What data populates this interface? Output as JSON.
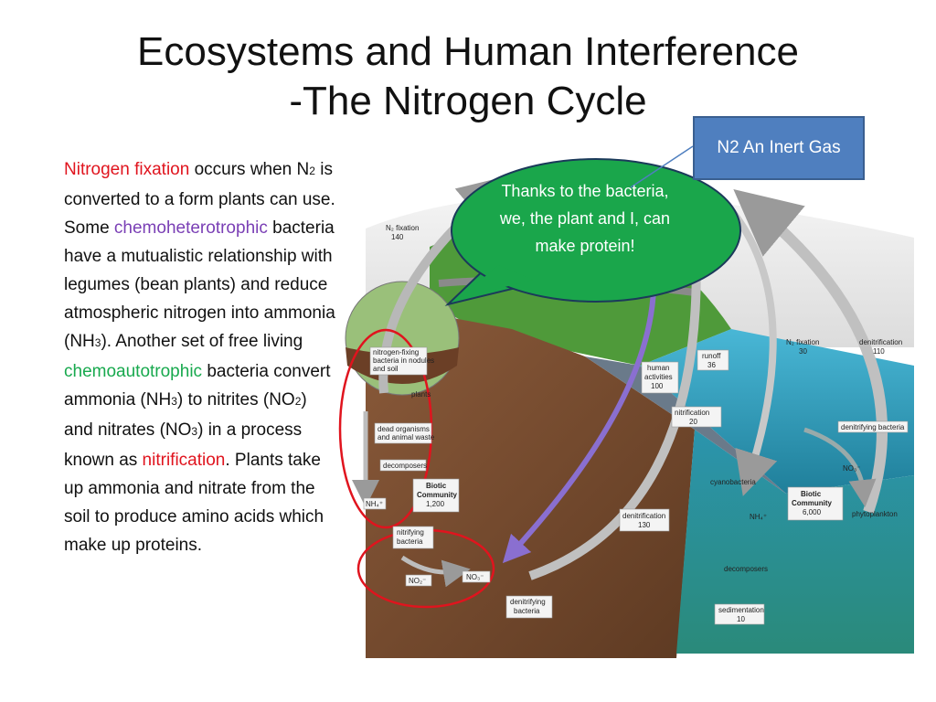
{
  "slide": {
    "title_line1": "Ecosystems and Human Interference",
    "title_line2": "-The Nitrogen Cycle",
    "box_text": "N2 An Inert Gas",
    "bubble_text": "Thanks to the bacteria, we, the plant and I, can make protein!",
    "body": {
      "t1": "Nitrogen fixation",
      "t2": " occurs when N",
      "t3": "2",
      "t4": " is converted to a form plants can use. Some ",
      "t5": "chemoheterotrophic",
      "t6": " bacteria have a mutualistic relationship with legumes (bean plants) and reduce atmospheric nitrogen into ammonia (NH",
      "t7": "3",
      "t8": "). Another set of free living ",
      "t9": "chemoautotrophic",
      "t10": " bacteria convert ammonia (NH",
      "t11": "3",
      "t12": ") to nitrites (NO",
      "t13": "2",
      "t14": ") and nitrates (NO",
      "t15": "3",
      "t16": ") in a process known as ",
      "t17": "nitrification",
      "t18": ". Plants take up ammonia and nitrate from the soil to produce amino acids which make up proteins."
    }
  },
  "diagram": {
    "n2_fix_land": "N₂ fixation",
    "n2_fix_land_val": "140",
    "nitrogen_fixing_1": "nitrogen-fixing",
    "nitrogen_fixing_2": "bacteria in nodules",
    "nitrogen_fixing_3": "and soil",
    "plants": "plants",
    "dead_1": "dead organisms",
    "dead_2": "and animal waste",
    "decomposers_land": "decomposers",
    "nh4_land": "NH₄⁺",
    "biotic_land_1": "Biotic",
    "biotic_land_2": "Community",
    "biotic_land_3": "1,200",
    "nitrifying_1": "nitrifying",
    "nitrifying_2": "bacteria",
    "no2": "NO₂⁻",
    "no3_land": "NO₃⁻",
    "denit_bact_land_1": "denitrifying",
    "denit_bact_land_2": "bacteria",
    "human_1": "human",
    "human_2": "activities",
    "human_3": "100",
    "runoff_1": "runoff",
    "runoff_2": "36",
    "nitrification_1": "nitrification",
    "nitrification_2": "20",
    "denitrification_130_1": "denitrification",
    "denitrification_130_2": "130",
    "n2_fix_ocean_1": "N₂ fixation",
    "n2_fix_ocean_2": "30",
    "denitrification_110_1": "denitrification",
    "denitrification_110_2": "110",
    "denit_bact_ocean": "denitrifying bacteria",
    "no3_ocean": "NO₃⁻",
    "cyanobacteria": "cyanobacteria",
    "nh4_ocean": "NH₄⁺",
    "biotic_ocean_1": "Biotic",
    "biotic_ocean_2": "Community",
    "biotic_ocean_3": "6,000",
    "phytoplankton": "phytoplankton",
    "decomposers_ocean": "decomposers",
    "sedimentation_1": "sedimentation",
    "sedimentation_2": "10"
  },
  "colors": {
    "box": "#4f7fbf",
    "bubble": "#1aa64b",
    "highlight_red": "#e0141e",
    "purple_arrow": "#8a6fd0",
    "ocean": "#2f9fbf"
  }
}
